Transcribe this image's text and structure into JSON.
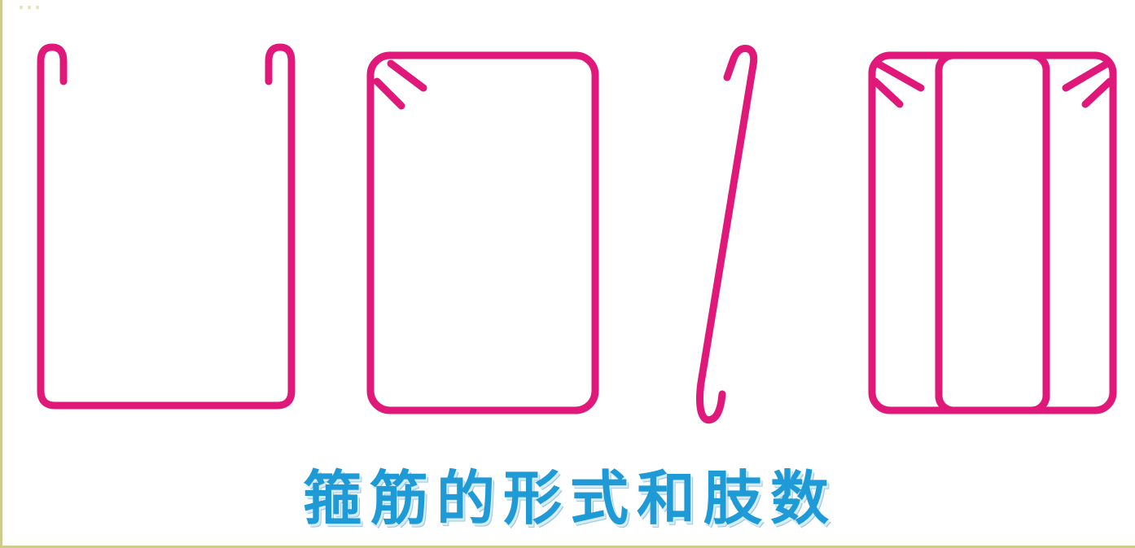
{
  "header": {
    "partial_text": "..."
  },
  "figure": {
    "caption": "箍筋的形式和肢数",
    "stroke_color": "#e0187a",
    "caption_color": "#1e9ad6",
    "border_color": "#cdcc8a",
    "items": [
      {
        "name": "open-stirrup"
      },
      {
        "name": "closed-stirrup"
      },
      {
        "name": "single-leg-tie"
      },
      {
        "name": "four-leg-stirrup"
      }
    ]
  }
}
